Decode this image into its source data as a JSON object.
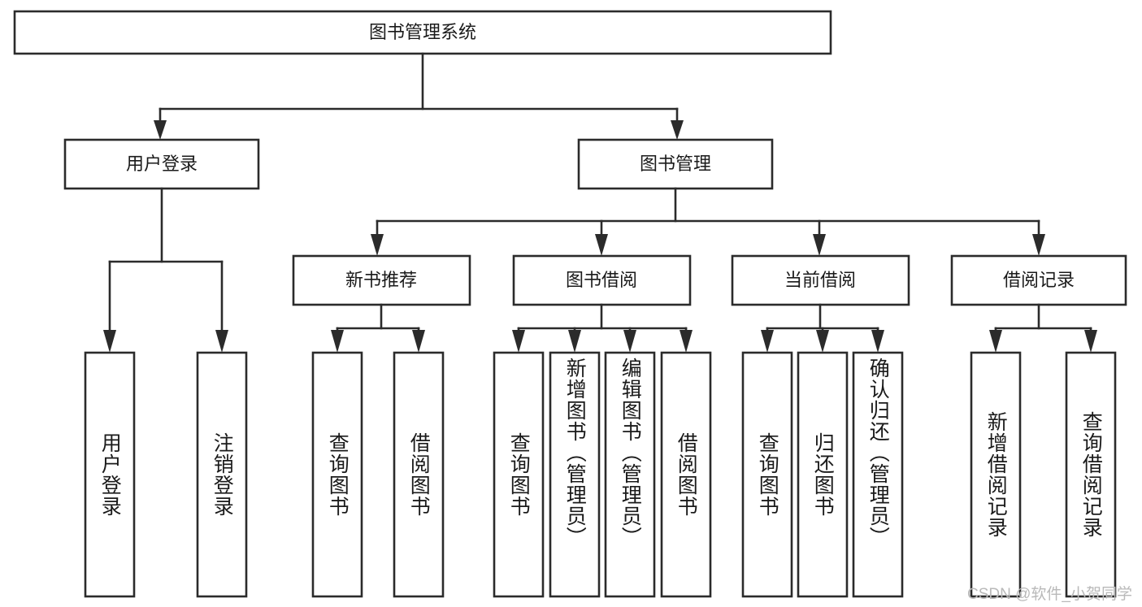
{
  "diagram": {
    "title": "图书管理系统",
    "type": "hierarchy-tree",
    "root": {
      "label": "图书管理系统",
      "orientation": "horizontal"
    },
    "level2": [
      {
        "label": "用户登录"
      },
      {
        "label": "图书管理"
      }
    ],
    "level3": [
      {
        "label": "新书推荐"
      },
      {
        "label": "图书借阅"
      },
      {
        "label": "当前借阅"
      },
      {
        "label": "借阅记录"
      }
    ],
    "leaves": {
      "user_login": [
        {
          "label": "用户登录"
        },
        {
          "label": "注销登录"
        }
      ],
      "new_book_recommend": [
        {
          "label": "查询图书"
        },
        {
          "label": "借阅图书"
        }
      ],
      "book_borrow": [
        {
          "label": "查询图书"
        },
        {
          "label": "新增图书（管理员）"
        },
        {
          "label": "编辑图书（管理员）"
        },
        {
          "label": "借阅图书"
        }
      ],
      "current_borrow": [
        {
          "label": "查询图书"
        },
        {
          "label": "归还图书"
        },
        {
          "label": "确认归还（管理员）"
        }
      ],
      "borrow_record": [
        {
          "label": "新增借阅记录"
        },
        {
          "label": "查询借阅记录"
        }
      ]
    }
  },
  "watermark": {
    "text": "CSDN @软件_小贺同学"
  },
  "colors": {
    "stroke": "#2b2b2b",
    "box_fill": "#ffffff",
    "text": "#1a1a1a",
    "background": "#ffffff",
    "watermark": "#b9b9b9"
  }
}
